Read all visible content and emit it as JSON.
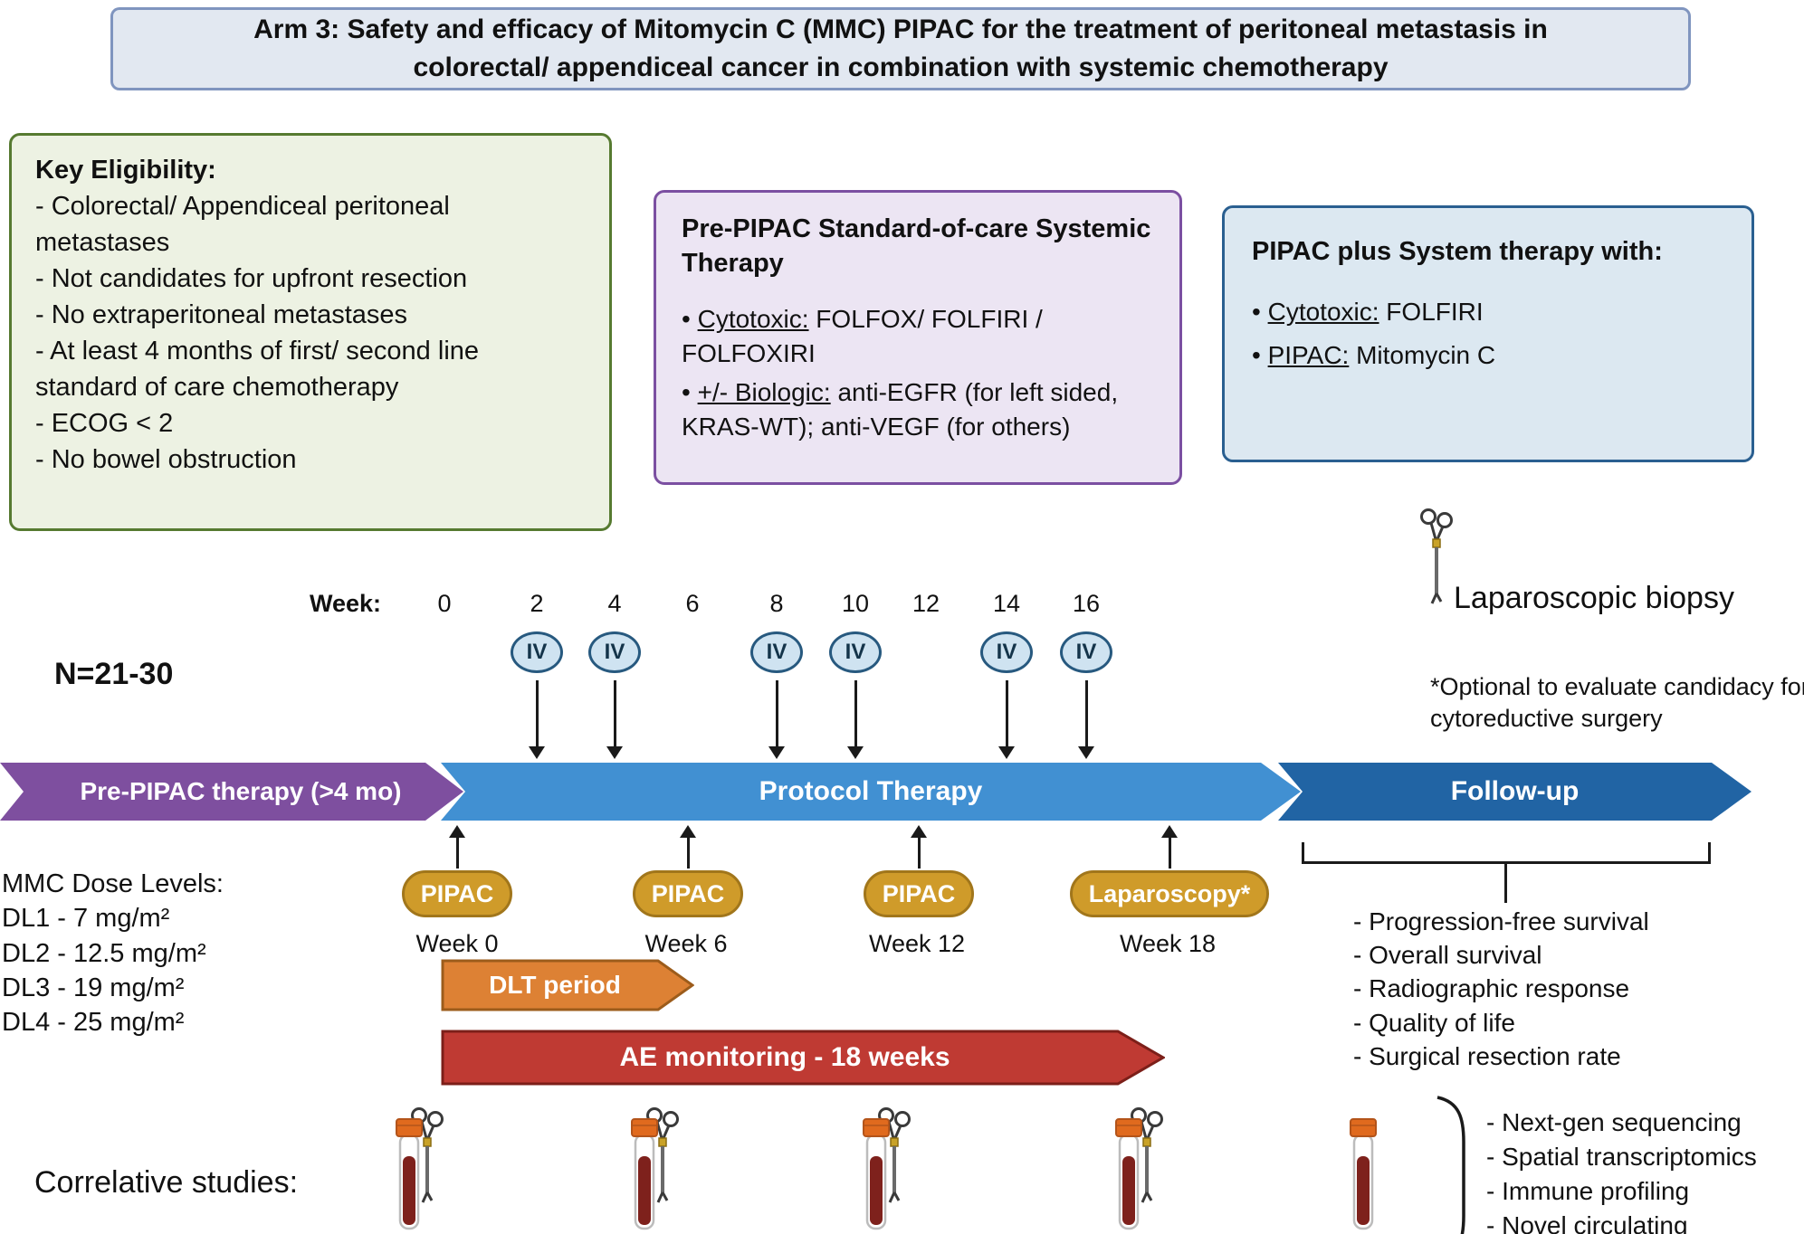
{
  "title": "Arm 3: Safety and efficacy of Mitomycin C (MMC) PIPAC  for the treatment of peritoneal metastasis in colorectal/ appendiceal cancer in combination with systemic chemotherapy",
  "colors": {
    "pre_pipac_arrow": "#7E4F9F",
    "protocol_arrow": "#4190D2",
    "follow_up_arrow": "#2164A4",
    "pipac_badge": "#CF9B2A",
    "dlt_arrow": "#DD8134",
    "ae_arrow": "#BF3A33",
    "eligibility_border": "#567A30",
    "systemic_box_border": "#7B4FA1",
    "pipac_box_border": "#2A5F90"
  },
  "eligibility": {
    "heading": "Key Eligibility:",
    "items": [
      "- Colorectal/ Appendiceal  peritoneal metastases",
      "- Not candidates for upfront resection",
      "- No extraperitoneal metastases",
      "- At least 4 months of first/ second line standard of care chemotherapy",
      "- ECOG < 2",
      "- No bowel obstruction"
    ]
  },
  "pre_pipac_box": {
    "heading": "Pre-PIPAC Standard-of-care Systemic Therapy",
    "bullets": [
      {
        "bullet": "• ",
        "label": "Cytotoxic:",
        "text": " FOLFOX/ FOLFIRI / FOLFOXIRI"
      },
      {
        "bullet": "• ",
        "label": "+/- Biologic:",
        "text": " anti-EGFR (for left sided, KRAS-WT); anti-VEGF (for others)"
      }
    ]
  },
  "pipac_plus_box": {
    "heading": "PIPAC plus System therapy with:",
    "bullets": [
      {
        "bullet": "• ",
        "label": "Cytotoxic:",
        "text": " FOLFIRI"
      },
      {
        "bullet": "• ",
        "label": "PIPAC:",
        "text": " Mitomycin C"
      }
    ]
  },
  "timeline": {
    "week_label": "Week:",
    "weeks": [
      "0",
      "2",
      "4",
      "6",
      "8",
      "10",
      "12",
      "14",
      "16"
    ],
    "iv_label": "IV",
    "n_label": "N=21-30",
    "arrows": {
      "pre_pipac": "Pre-PIPAC therapy (>4 mo)",
      "protocol": "Protocol Therapy",
      "follow_up": "Follow-up"
    }
  },
  "dose_levels": {
    "heading": "MMC Dose Levels:",
    "items": [
      "DL1 - 7 mg/m²",
      "DL2 - 12.5 mg/m²",
      "DL3 - 19 mg/m²",
      "DL4 - 25 mg/m²"
    ]
  },
  "interventions": {
    "badges": [
      {
        "label": "PIPAC",
        "week": "Week 0"
      },
      {
        "label": "PIPAC",
        "week": "Week 6"
      },
      {
        "label": "PIPAC",
        "week": "Week 12"
      },
      {
        "label": "Laparoscopy*",
        "week": "Week 18"
      }
    ]
  },
  "dlt_label": "DLT period",
  "ae_label": "AE monitoring - 18 weeks",
  "follow_up_outcomes": [
    "- Progression-free survival",
    "- Overall survival",
    "- Radiographic response",
    "- Quality of life",
    "- Surgical resection rate"
  ],
  "biopsy": {
    "label": "Laparoscopic biopsy",
    "note": "*Optional to evaluate candidacy for cytoreductive surgery"
  },
  "correlative": {
    "label": "Correlative studies:",
    "items": [
      "- Next-gen sequencing",
      "- Spatial transcriptomics",
      "- Immune profiling",
      "- Novel circulating biomarkers"
    ]
  }
}
